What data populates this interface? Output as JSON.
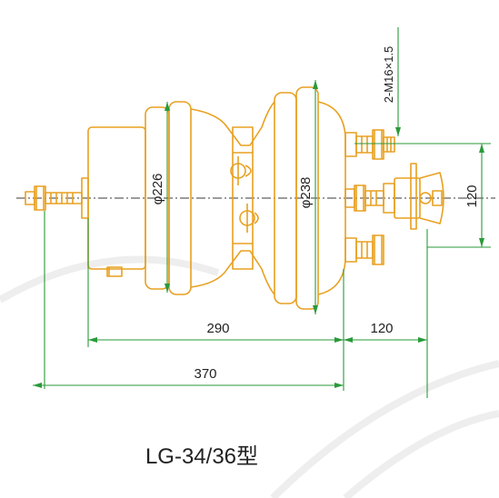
{
  "colors": {
    "part_outline": "#e8a020",
    "dimension_line": "#2a9a3a",
    "center_line": "#3a3a3a",
    "text": "#222222",
    "background": "#ffffff"
  },
  "dimensions": {
    "dia_226": "φ226",
    "dia_238": "φ238",
    "thread": "2-M16×1.5",
    "overall_length": "370",
    "body_length": "290",
    "rod_projection": "120",
    "bolt_spacing": "120"
  },
  "model_label": "LG-34/36型"
}
